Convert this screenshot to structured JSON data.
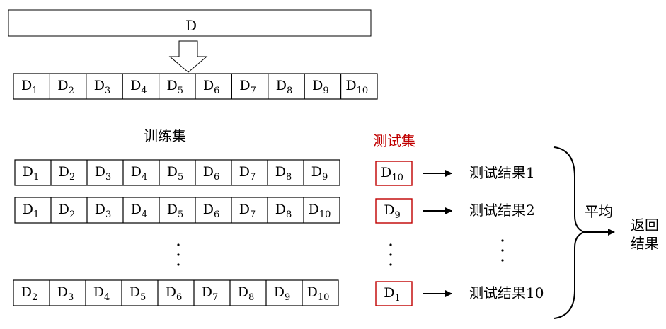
{
  "top_label": "D",
  "split_cells": [
    {
      "base": "D",
      "sub": "1"
    },
    {
      "base": "D",
      "sub": "2"
    },
    {
      "base": "D",
      "sub": "3"
    },
    {
      "base": "D",
      "sub": "4"
    },
    {
      "base": "D",
      "sub": "5"
    },
    {
      "base": "D",
      "sub": "6"
    },
    {
      "base": "D",
      "sub": "7"
    },
    {
      "base": "D",
      "sub": "8"
    },
    {
      "base": "D",
      "sub": "9"
    },
    {
      "base": "D",
      "sub": "10"
    }
  ],
  "train_label": "训练集",
  "test_label": "测试集",
  "folds": [
    {
      "train": [
        {
          "base": "D",
          "sub": "1"
        },
        {
          "base": "D",
          "sub": "2"
        },
        {
          "base": "D",
          "sub": "3"
        },
        {
          "base": "D",
          "sub": "4"
        },
        {
          "base": "D",
          "sub": "5"
        },
        {
          "base": "D",
          "sub": "6"
        },
        {
          "base": "D",
          "sub": "7"
        },
        {
          "base": "D",
          "sub": "8"
        },
        {
          "base": "D",
          "sub": "9"
        }
      ],
      "test": {
        "base": "D",
        "sub": "10"
      },
      "result": "测试结果1"
    },
    {
      "train": [
        {
          "base": "D",
          "sub": "1"
        },
        {
          "base": "D",
          "sub": "2"
        },
        {
          "base": "D",
          "sub": "3"
        },
        {
          "base": "D",
          "sub": "4"
        },
        {
          "base": "D",
          "sub": "5"
        },
        {
          "base": "D",
          "sub": "6"
        },
        {
          "base": "D",
          "sub": "7"
        },
        {
          "base": "D",
          "sub": "8"
        },
        {
          "base": "D",
          "sub": "10"
        }
      ],
      "test": {
        "base": "D",
        "sub": "9"
      },
      "result": "测试结果2"
    },
    {
      "train": [
        {
          "base": "D",
          "sub": "2"
        },
        {
          "base": "D",
          "sub": "3"
        },
        {
          "base": "D",
          "sub": "4"
        },
        {
          "base": "D",
          "sub": "5"
        },
        {
          "base": "D",
          "sub": "6"
        },
        {
          "base": "D",
          "sub": "7"
        },
        {
          "base": "D",
          "sub": "8"
        },
        {
          "base": "D",
          "sub": "9"
        },
        {
          "base": "D",
          "sub": "10"
        }
      ],
      "test": {
        "base": "D",
        "sub": "1"
      },
      "result": "测试结果10"
    }
  ],
  "average_label": "平均",
  "final_label_lines": [
    "返回",
    "结果"
  ],
  "colors": {
    "stroke": "#000000",
    "test_border": "#c00000",
    "test_label": "#c00000",
    "text": "#000000"
  }
}
